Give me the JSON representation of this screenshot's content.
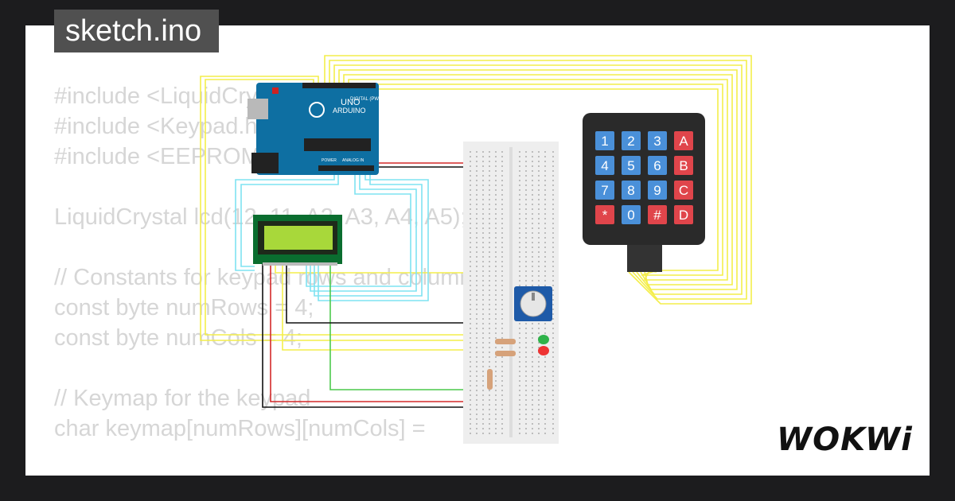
{
  "tab": {
    "title": "sketch.ino"
  },
  "code": {
    "lines": [
      "#include <LiquidCrystal.h>",
      "#include <Keypad.h>",
      "#include <EEPROM.h>",
      "",
      "LiquidCrystal lcd(12, 11, A2, A3, A4, A5); // LCD",
      "",
      "// Constants for keypad rows and columns",
      "const byte numRows = 4;",
      "const byte numCols = 4;",
      "",
      "// Keymap for the keypad",
      "char keymap[numRows][numCols] ="
    ]
  },
  "arduino": {
    "brand": "ARDUINO",
    "model": "UNO",
    "digital_label": "DIGITAL (PWM ~)",
    "power_label": "POWER",
    "analog_label": "ANALOG IN"
  },
  "keypad": {
    "keys": [
      {
        "label": "1",
        "color": "#4a90d9"
      },
      {
        "label": "2",
        "color": "#4a90d9"
      },
      {
        "label": "3",
        "color": "#4a90d9"
      },
      {
        "label": "A",
        "color": "#e0454b"
      },
      {
        "label": "4",
        "color": "#4a90d9"
      },
      {
        "label": "5",
        "color": "#4a90d9"
      },
      {
        "label": "6",
        "color": "#4a90d9"
      },
      {
        "label": "B",
        "color": "#e0454b"
      },
      {
        "label": "7",
        "color": "#4a90d9"
      },
      {
        "label": "8",
        "color": "#4a90d9"
      },
      {
        "label": "9",
        "color": "#4a90d9"
      },
      {
        "label": "C",
        "color": "#e0454b"
      },
      {
        "label": "*",
        "color": "#e0454b"
      },
      {
        "label": "0",
        "color": "#4a90d9"
      },
      {
        "label": "#",
        "color": "#e0454b"
      },
      {
        "label": "D",
        "color": "#e0454b"
      }
    ]
  },
  "colors": {
    "wire_yellow": "#f4ee4a",
    "wire_cyan": "#7fe3f2",
    "wire_green": "#4cc94c",
    "wire_red": "#d42a2a",
    "wire_black": "#111111",
    "lcd_screen": "#a8d83a",
    "pcb": "#0e6fa2"
  },
  "brand": {
    "logo": "WOKWi"
  }
}
